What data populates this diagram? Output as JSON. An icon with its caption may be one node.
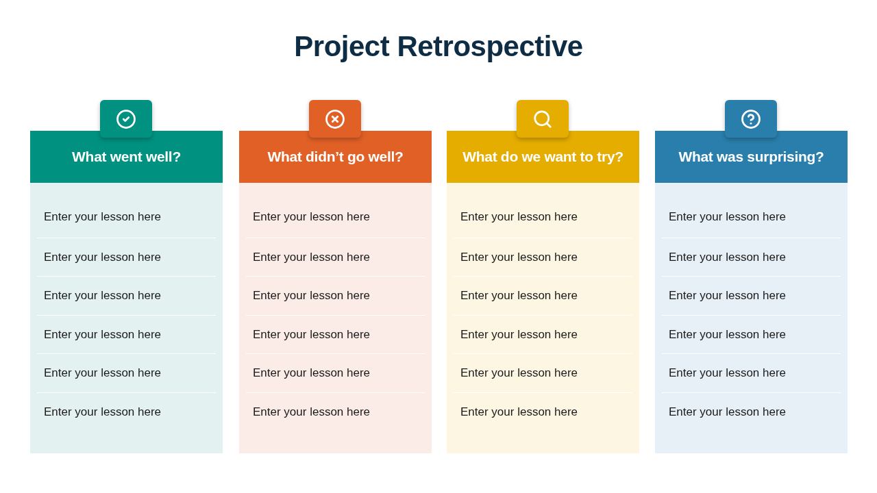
{
  "diagram": {
    "title": "Project Retrospective",
    "nodes": [
      {
        "text": [
          "What went well?",
          "Enter your lesson here",
          "Enter your lesson here",
          "Enter your lesson here",
          "Enter your lesson here",
          "Enter your lesson here",
          "Enter your lesson here"
        ]
      },
      {
        "text": [
          "What didn’t go well?",
          "Enter your lesson here",
          "Enter your lesson here",
          "Enter your lesson here",
          "Enter your lesson here",
          "Enter your lesson here",
          "Enter your lesson here"
        ]
      },
      {
        "text": [
          "What do we want to try?",
          "Enter your lesson here",
          "Enter your lesson here",
          "Enter your lesson here",
          "Enter your lesson here",
          "Enter your lesson here",
          "Enter your lesson here"
        ]
      },
      {
        "text": [
          "What was surprising?",
          "Enter your lesson here",
          "Enter your lesson here",
          "Enter your lesson here",
          "Enter your lesson here",
          "Enter your lesson here",
          "Enter your lesson here"
        ]
      }
    ]
  }
}
